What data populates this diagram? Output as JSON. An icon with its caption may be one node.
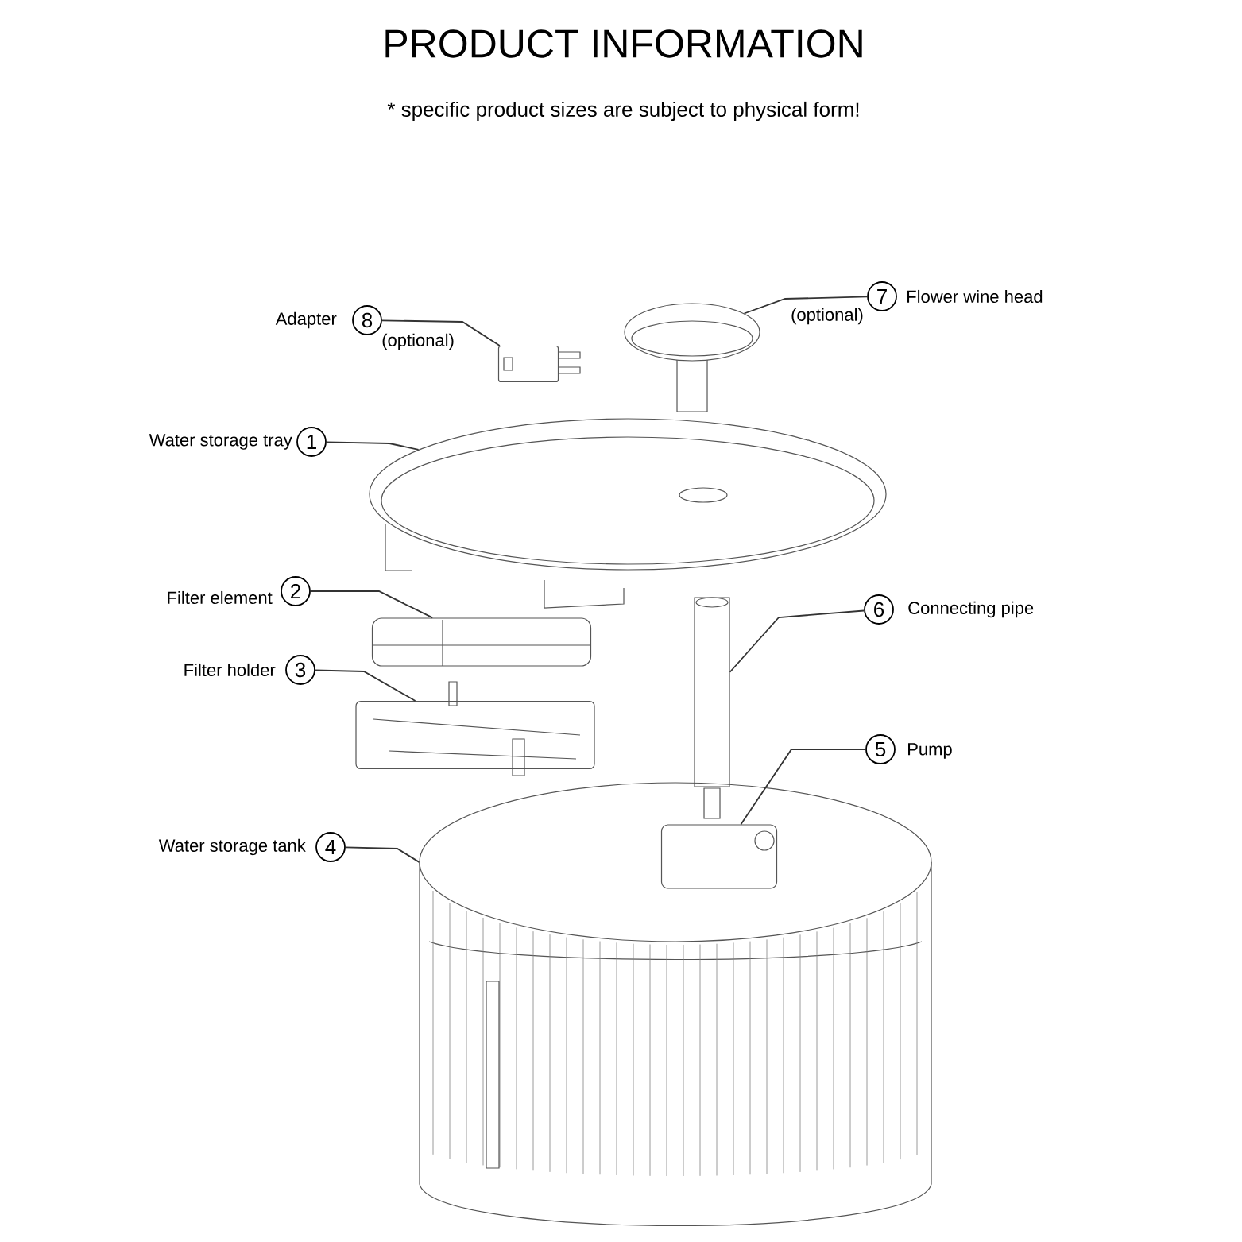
{
  "diagram": {
    "title": "PRODUCT INFORMATION",
    "nodes": [
      {
        "text": [
          "8"
        ],
        "beside": [
          "Adapter",
          "(optional)"
        ]
      },
      {
        "text": [],
        "shape": "picture"
      },
      {
        "text": [
          "7"
        ],
        "beside": [
          "Flower wine head",
          "(optional)"
        ]
      },
      {
        "text": [],
        "shape": "picture"
      },
      {
        "text": [
          "1"
        ],
        "beside": [
          "Water storage tray"
        ]
      },
      {
        "text": [],
        "shape": "picture"
      },
      {
        "text": [
          "2"
        ],
        "beside": [
          "Filter element"
        ]
      },
      {
        "text": [],
        "shape": "picture"
      },
      {
        "text": [
          "3"
        ],
        "beside": [
          "Filter holder"
        ]
      },
      {
        "text": [],
        "shape": "picture"
      },
      {
        "text": [
          "6"
        ],
        "beside": [
          "Connecting pipe"
        ]
      },
      {
        "text": [],
        "shape": "picture"
      },
      {
        "text": [
          "4"
        ],
        "beside": [
          "Water storage tank"
        ]
      },
      {
        "text": [],
        "shape": "picture"
      },
      {
        "text": [
          "5"
        ],
        "beside": [
          "Pump"
        ]
      },
      {
        "text": [],
        "shape": "picture",
        "in": 13
      }
    ],
    "edges": [
      {
        "from": 0,
        "to": 1,
        "arrow": "none"
      },
      {
        "from": 2,
        "to": 3,
        "arrow": "none"
      },
      {
        "from": 4,
        "to": 5,
        "arrow": "none"
      },
      {
        "from": 6,
        "to": 7,
        "arrow": "none"
      },
      {
        "from": 8,
        "to": 9,
        "arrow": "none"
      },
      {
        "from": 10,
        "to": 11,
        "arrow": "none"
      },
      {
        "from": 14,
        "to": 15,
        "arrow": "none"
      },
      {
        "from": 12,
        "to": 13,
        "arrow": "none"
      }
    ],
    "labels": [
      "* specific product sizes are subject to physical form!"
    ]
  }
}
